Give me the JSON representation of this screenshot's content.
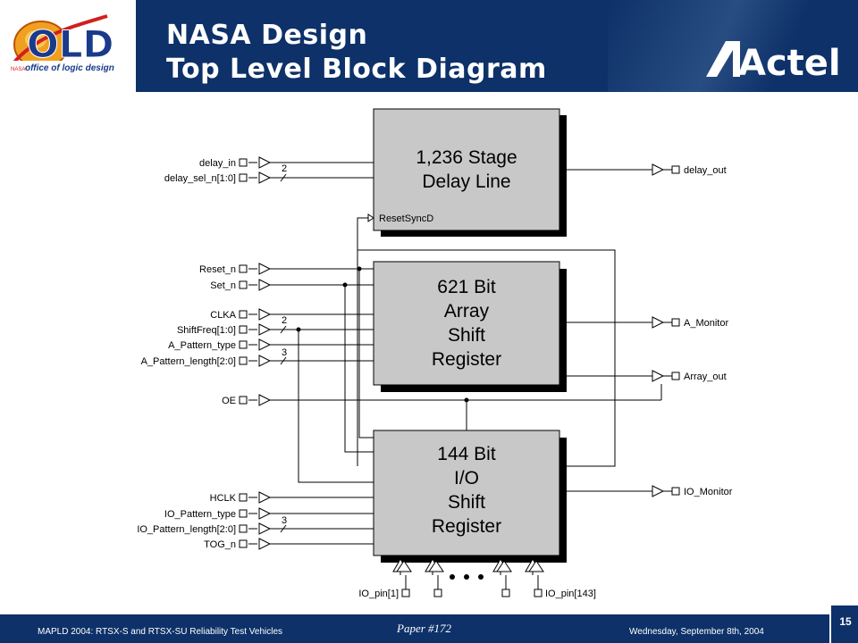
{
  "header": {
    "title_line1": "NASA Design",
    "title_line2": "Top Level Block Diagram",
    "logo_text": "OLD",
    "logo_subtext": "office of logic design",
    "logo_agency": "NASA",
    "brand": "Actel"
  },
  "diagram": {
    "blocks": {
      "delay": [
        "1,236 Stage",
        "Delay Line"
      ],
      "delay_reset_pin": "ResetSyncD",
      "array": [
        "621 Bit",
        "Array",
        "Shift",
        "Register"
      ],
      "io": [
        "144 Bit",
        "I/O",
        "Shift",
        "Register"
      ]
    },
    "inputs": {
      "delay_in": "delay_in",
      "delay_sel": "delay_sel_n[1:0]",
      "reset": "Reset_n",
      "set": "Set_n",
      "clka": "CLKA",
      "shiftfreq": "ShiftFreq[1:0]",
      "a_type": "A_Pattern_type",
      "a_len": "A_Pattern_length[2:0]",
      "oe": "OE",
      "hclk": "HCLK",
      "io_type": "IO_Pattern_type",
      "io_len": "IO_Pattern_length[2:0]",
      "tog": "TOG_n"
    },
    "bus_widths": {
      "delay_sel": "2",
      "shiftfreq": "2",
      "a_len": "3",
      "io_len": "3"
    },
    "outputs": {
      "delay_out": "delay_out",
      "a_monitor": "A_Monitor",
      "array_out": "Array_out",
      "io_monitor": "IO_Monitor"
    },
    "io_pins": {
      "first": "IO_pin[1]",
      "last": "IO_pin[143]"
    }
  },
  "footer": {
    "left": "MAPLD 2004: RTSX-S and RTSX-SU Reliability Test Vehicles",
    "paper": "Paper #172",
    "date": "Wednesday, September 8th, 2004",
    "slide_number": "15"
  },
  "colors": {
    "navy": "#0d3168",
    "block_fill": "#c8c8c8",
    "block_shadow": "#000000"
  }
}
